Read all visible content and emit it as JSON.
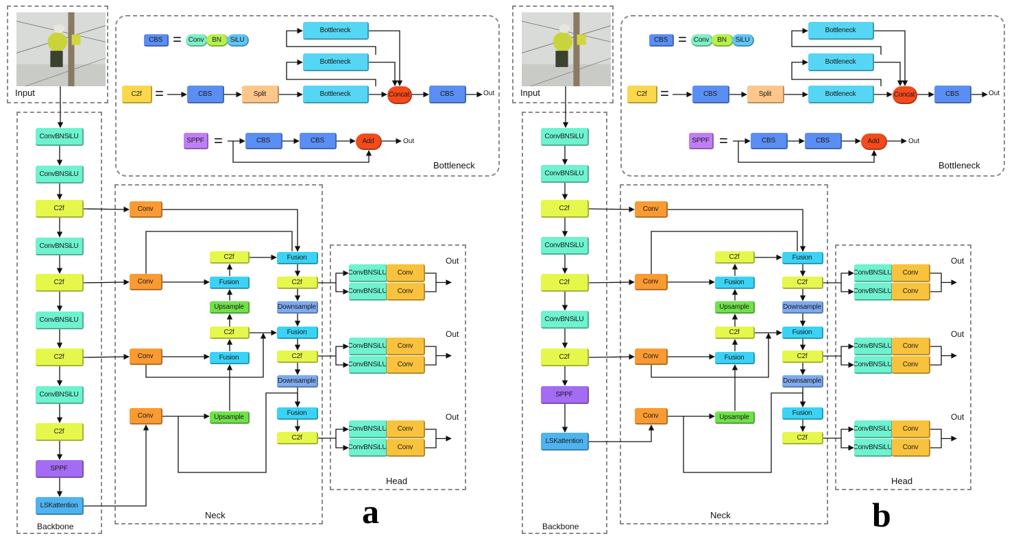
{
  "panels": [
    {
      "id": "a",
      "letter": "a",
      "sections": {
        "input": "Input",
        "backbone": "Backbone",
        "neck": "Neck",
        "head": "Head",
        "bottleneck": "Bottleneck"
      },
      "backbone_blocks": [
        "ConvBNSiLU",
        "ConvBNSiLU",
        "C2f",
        "ConvBNSiLU",
        "C2f",
        "ConvBNSiLU",
        "C2f",
        "ConvBNSiLU",
        "C2f",
        "SPPF",
        "LSKattention"
      ],
      "legend": {
        "cbs": "CBS",
        "conv": "Conv",
        "bn": "BN",
        "silu": "SiLU",
        "c2f": "C2f",
        "c2f_cbs1": "CBS",
        "split": "Split",
        "bottleneck": [
          "Bottleneck",
          "Bottleneck",
          "Bottleneck"
        ],
        "concat": "Concat",
        "c2f_cbs2": "CBS",
        "out": "Out",
        "sppf": "SPPF",
        "sppf_cbs1": "CBS",
        "sppf_cbs2": "CBS",
        "add": "Add",
        "sppf_out": "Out"
      },
      "neck": {
        "conv_top": "Conv",
        "conv_mid": "Conv",
        "conv_low": "Conv",
        "conv_bot": "Conv",
        "c2f_up1": "C2f",
        "fusion_up1": "Fusion",
        "upsample1": "Upsample",
        "c2f_up2": "C2f",
        "fusion_up2": "Fusion",
        "upsample2": "Upsample",
        "fusion_r1": "Fusion",
        "c2f_r1": "C2f",
        "downsample1": "Downsample",
        "fusion_r2": "Fusion",
        "c2f_r2": "C2f",
        "downsample2": "Downsample",
        "fusion_r3": "Fusion",
        "c2f_r3": "C2f"
      },
      "head": {
        "rows": [
          {
            "a": "ConvBNSiLU",
            "b": "Conv"
          },
          {
            "a": "ConvBNSiLU",
            "b": "Conv"
          },
          {
            "a": "ConvBNSiLU",
            "b": "Conv"
          },
          {
            "a": "ConvBNSiLU",
            "b": "Conv"
          },
          {
            "a": "ConvBNSiLU",
            "b": "Conv"
          },
          {
            "a": "ConvBNSiLU",
            "b": "Conv"
          }
        ],
        "outs": [
          "Out",
          "Out",
          "Out"
        ]
      }
    },
    {
      "id": "b",
      "letter": "b",
      "sections": {
        "input": "Input",
        "backbone": "Backbone",
        "neck": "Neck",
        "head": "Head",
        "bottleneck": "Bottleneck"
      },
      "backbone_blocks": [
        "ConvBNSiLU",
        "ConvBNSiLU",
        "C2f",
        "ConvBNSiLU",
        "C2f",
        "ConvBNSiLU",
        "C2f",
        "SPPF",
        "LSKattention"
      ],
      "legend": {
        "cbs": "CBS",
        "conv": "Conv",
        "bn": "BN",
        "silu": "SiLU",
        "c2f": "C2f",
        "c2f_cbs1": "CBS",
        "split": "Split",
        "bottleneck": [
          "Bottleneck",
          "Bottleneck",
          "Bottleneck"
        ],
        "concat": "Concat",
        "c2f_cbs2": "CBS",
        "out": "Out",
        "sppf": "SPPF",
        "sppf_cbs1": "CBS",
        "sppf_cbs2": "CBS",
        "add": "Add",
        "sppf_out": "Out"
      },
      "neck": {
        "conv_top": "Conv",
        "conv_mid": "Conv",
        "conv_low": "Conv",
        "conv_bot": "Conv",
        "c2f_up1": "C2f",
        "fusion_up1": "Fusion",
        "upsample1": "Upsample",
        "c2f_up2": "C2f",
        "fusion_up2": "Fusion",
        "upsample2": "Upsample",
        "fusion_r1": "Fusion",
        "c2f_r1": "C2f",
        "downsample1": "Downsample",
        "fusion_r2": "Fusion",
        "c2f_r2": "C2f",
        "downsample2": "Downsample",
        "fusion_r3": "Fusion",
        "c2f_r3": "C2f"
      },
      "head": {
        "rows": [
          {
            "a": "ConvBNSiLU",
            "b": "Conv"
          },
          {
            "a": "ConvBNSiLU",
            "b": "Conv"
          },
          {
            "a": "ConvBNSiLU",
            "b": "Conv"
          },
          {
            "a": "ConvBNSiLU",
            "b": "Conv"
          },
          {
            "a": "ConvBNSiLU",
            "b": "Conv"
          },
          {
            "a": "ConvBNSiLU",
            "b": "Conv"
          }
        ],
        "outs": [
          "Out",
          "Out",
          "Out"
        ]
      }
    }
  ]
}
